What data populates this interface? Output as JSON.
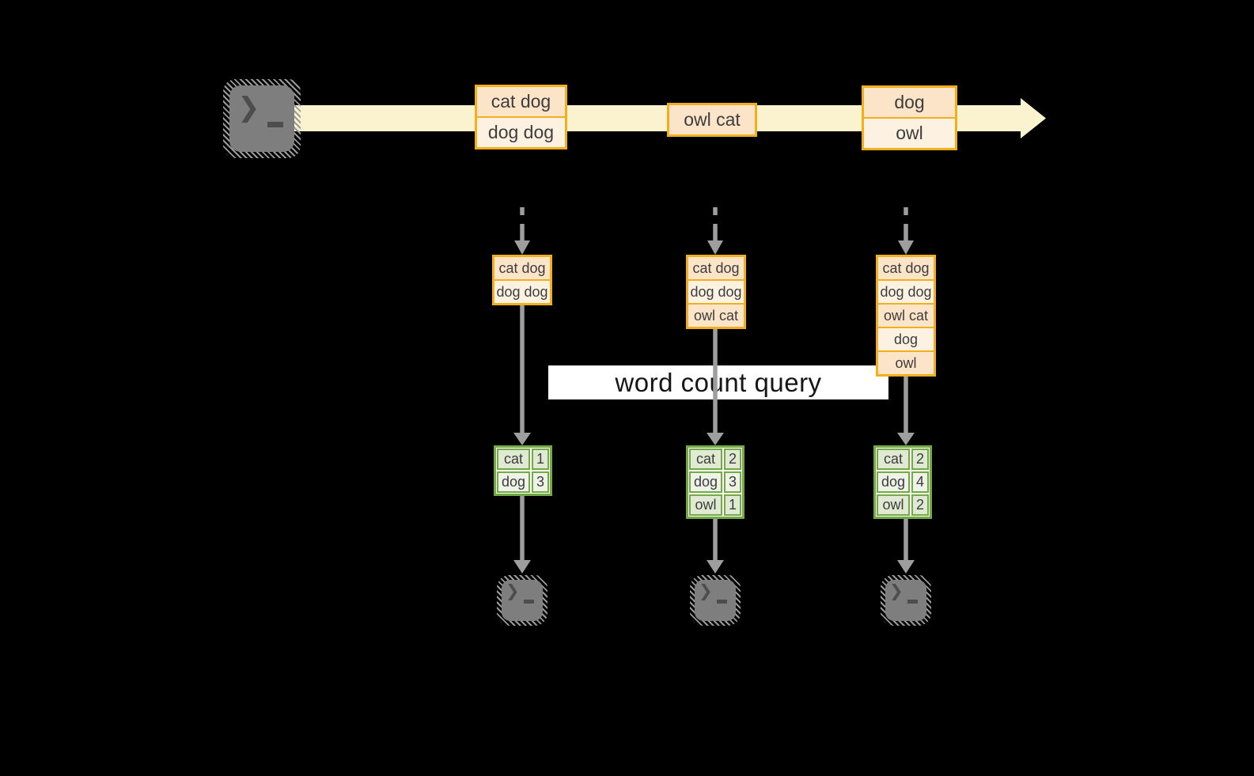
{
  "banner": {
    "label": "word count query"
  },
  "stream": {
    "source_icon": "terminal-icon",
    "arrow_color": "#fbf2cf",
    "boxes": [
      {
        "records": [
          "cat dog",
          "dog dog"
        ]
      },
      {
        "records": [
          "owl cat"
        ]
      },
      {
        "records": [
          "dog",
          "owl"
        ]
      }
    ]
  },
  "columns": [
    {
      "window": [
        "cat dog",
        "dog dog"
      ],
      "counts": [
        {
          "word": "cat",
          "count": "1"
        },
        {
          "word": "dog",
          "count": "3"
        }
      ]
    },
    {
      "window": [
        "cat dog",
        "dog dog",
        "owl cat"
      ],
      "counts": [
        {
          "word": "cat",
          "count": "2"
        },
        {
          "word": "dog",
          "count": "3"
        },
        {
          "word": "owl",
          "count": "1"
        }
      ]
    },
    {
      "window": [
        "cat dog",
        "dog dog",
        "owl cat",
        "dog",
        "owl"
      ],
      "counts": [
        {
          "word": "cat",
          "count": "2"
        },
        {
          "word": "dog",
          "count": "4"
        },
        {
          "word": "owl",
          "count": "2"
        }
      ]
    }
  ],
  "terminal": {
    "prompt_glyph": "❯"
  },
  "colors": {
    "background": "#000000",
    "stream_band": "#fbf2cf",
    "record_border": "#f2af1d",
    "record_fill_dark": "#fbe4c8",
    "record_fill_light": "#fdf2e2",
    "table_border": "#74aa45",
    "table_fill_dark": "#e0ead3",
    "table_fill_light": "#eef3e8",
    "arrow_gray": "#9e9e9e",
    "terminal_gray": "#7e7e7e"
  }
}
